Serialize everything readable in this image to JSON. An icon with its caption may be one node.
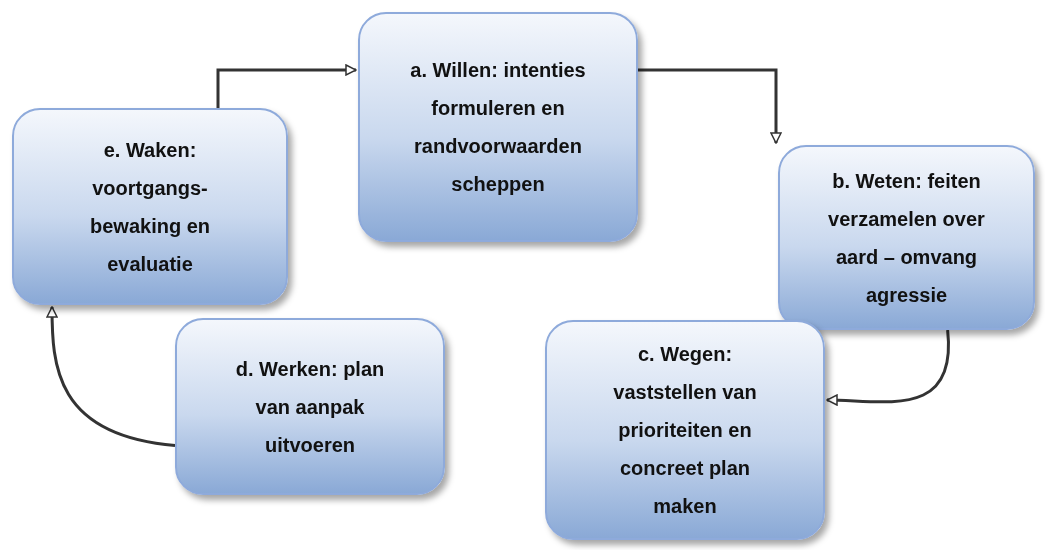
{
  "diagram": {
    "nodes": [
      {
        "text": [
          "a. Willen: intenties formuleren en randvoorwaarden scheppen"
        ]
      },
      {
        "text": [
          "b. Weten: feiten verzamelen over aard – omvang agressie"
        ]
      },
      {
        "text": [
          "c. Wegen: vaststellen van prioriteiten en concreet plan maken"
        ]
      },
      {
        "text": [
          "d. Werken: plan van aanpak uitvoeren"
        ]
      },
      {
        "text": [
          "e. Waken: voortgangs-bewaking en evaluatie"
        ]
      }
    ],
    "edges": [
      {
        "from": 4,
        "to": 0,
        "arrow": "to"
      },
      {
        "from": 0,
        "to": 1,
        "arrow": "to"
      },
      {
        "from": 1,
        "to": 2,
        "arrow": "to"
      },
      {
        "from": 3,
        "to": 4,
        "arrow": "to"
      }
    ]
  }
}
